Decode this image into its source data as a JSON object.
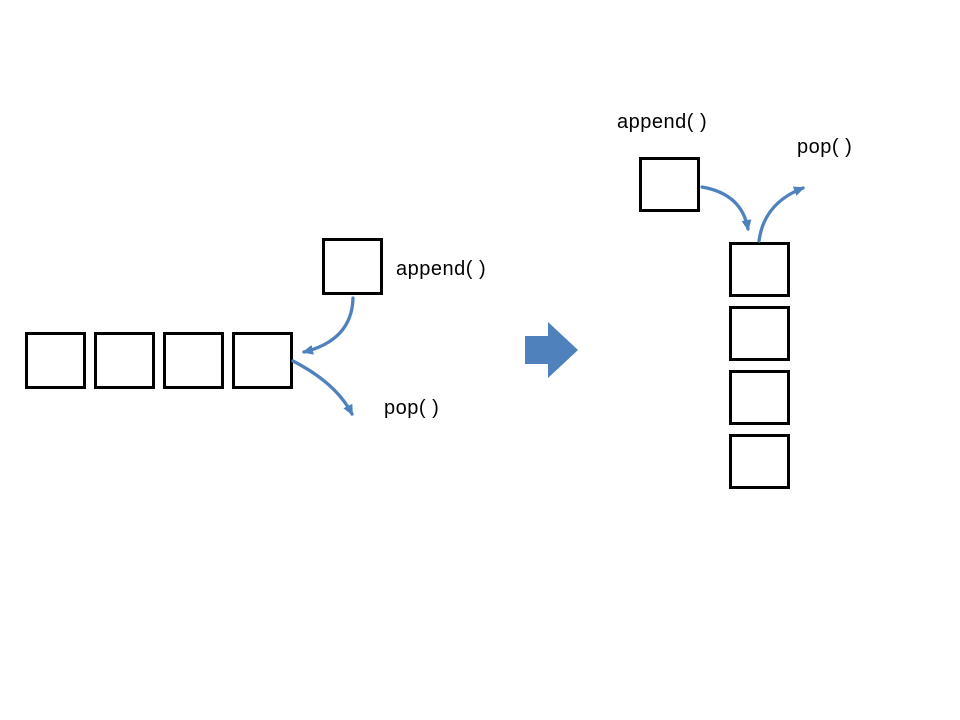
{
  "slide": {
    "background": "#ffffff",
    "accent_color": "#4F81BD",
    "box_border_color": "#000000",
    "text_color": "#000000",
    "left_diagram": {
      "type": "list",
      "cells": 4,
      "append_label": "append( )",
      "pop_label": "pop( )"
    },
    "transition": {
      "shape": "right-block-arrow"
    },
    "right_diagram": {
      "type": "stack",
      "cells": 4,
      "append_label": "append( )",
      "pop_label": "pop( )"
    }
  }
}
